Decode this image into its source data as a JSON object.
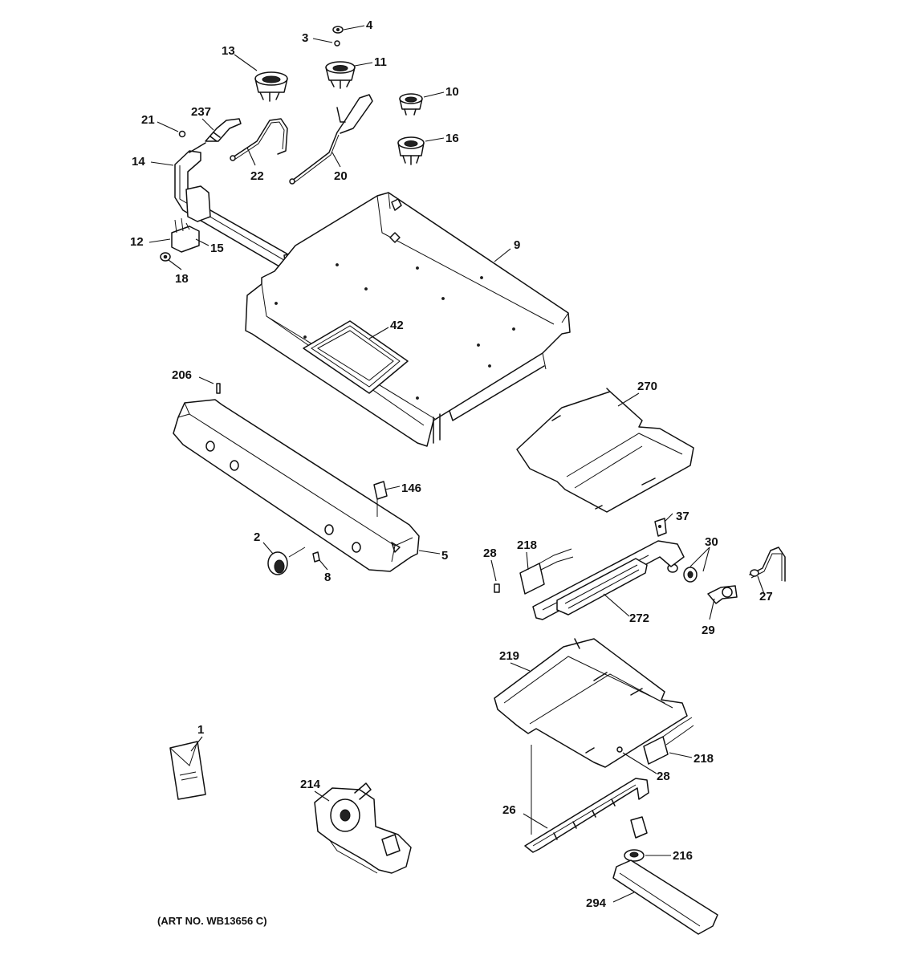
{
  "art_number": "(ART NO. WB13656 C)",
  "callouts": {
    "p1": "1",
    "p2": "2",
    "p3": "3",
    "p4": "4",
    "p5": "5",
    "p8": "8",
    "p9": "9",
    "p10": "10",
    "p11": "11",
    "p12": "12",
    "p13": "13",
    "p14": "14",
    "p15": "15",
    "p16": "16",
    "p18": "18",
    "p20": "20",
    "p21": "21",
    "p22": "22",
    "p26": "26",
    "p27": "27",
    "p28a": "28",
    "p28b": "28",
    "p29": "29",
    "p30": "30",
    "p37": "37",
    "p42": "42",
    "p146": "146",
    "p206": "206",
    "p214": "214",
    "p216": "216",
    "p218a": "218",
    "p218b": "218",
    "p219": "219",
    "p237": "237",
    "p270": "270",
    "p272": "272",
    "p294": "294"
  }
}
